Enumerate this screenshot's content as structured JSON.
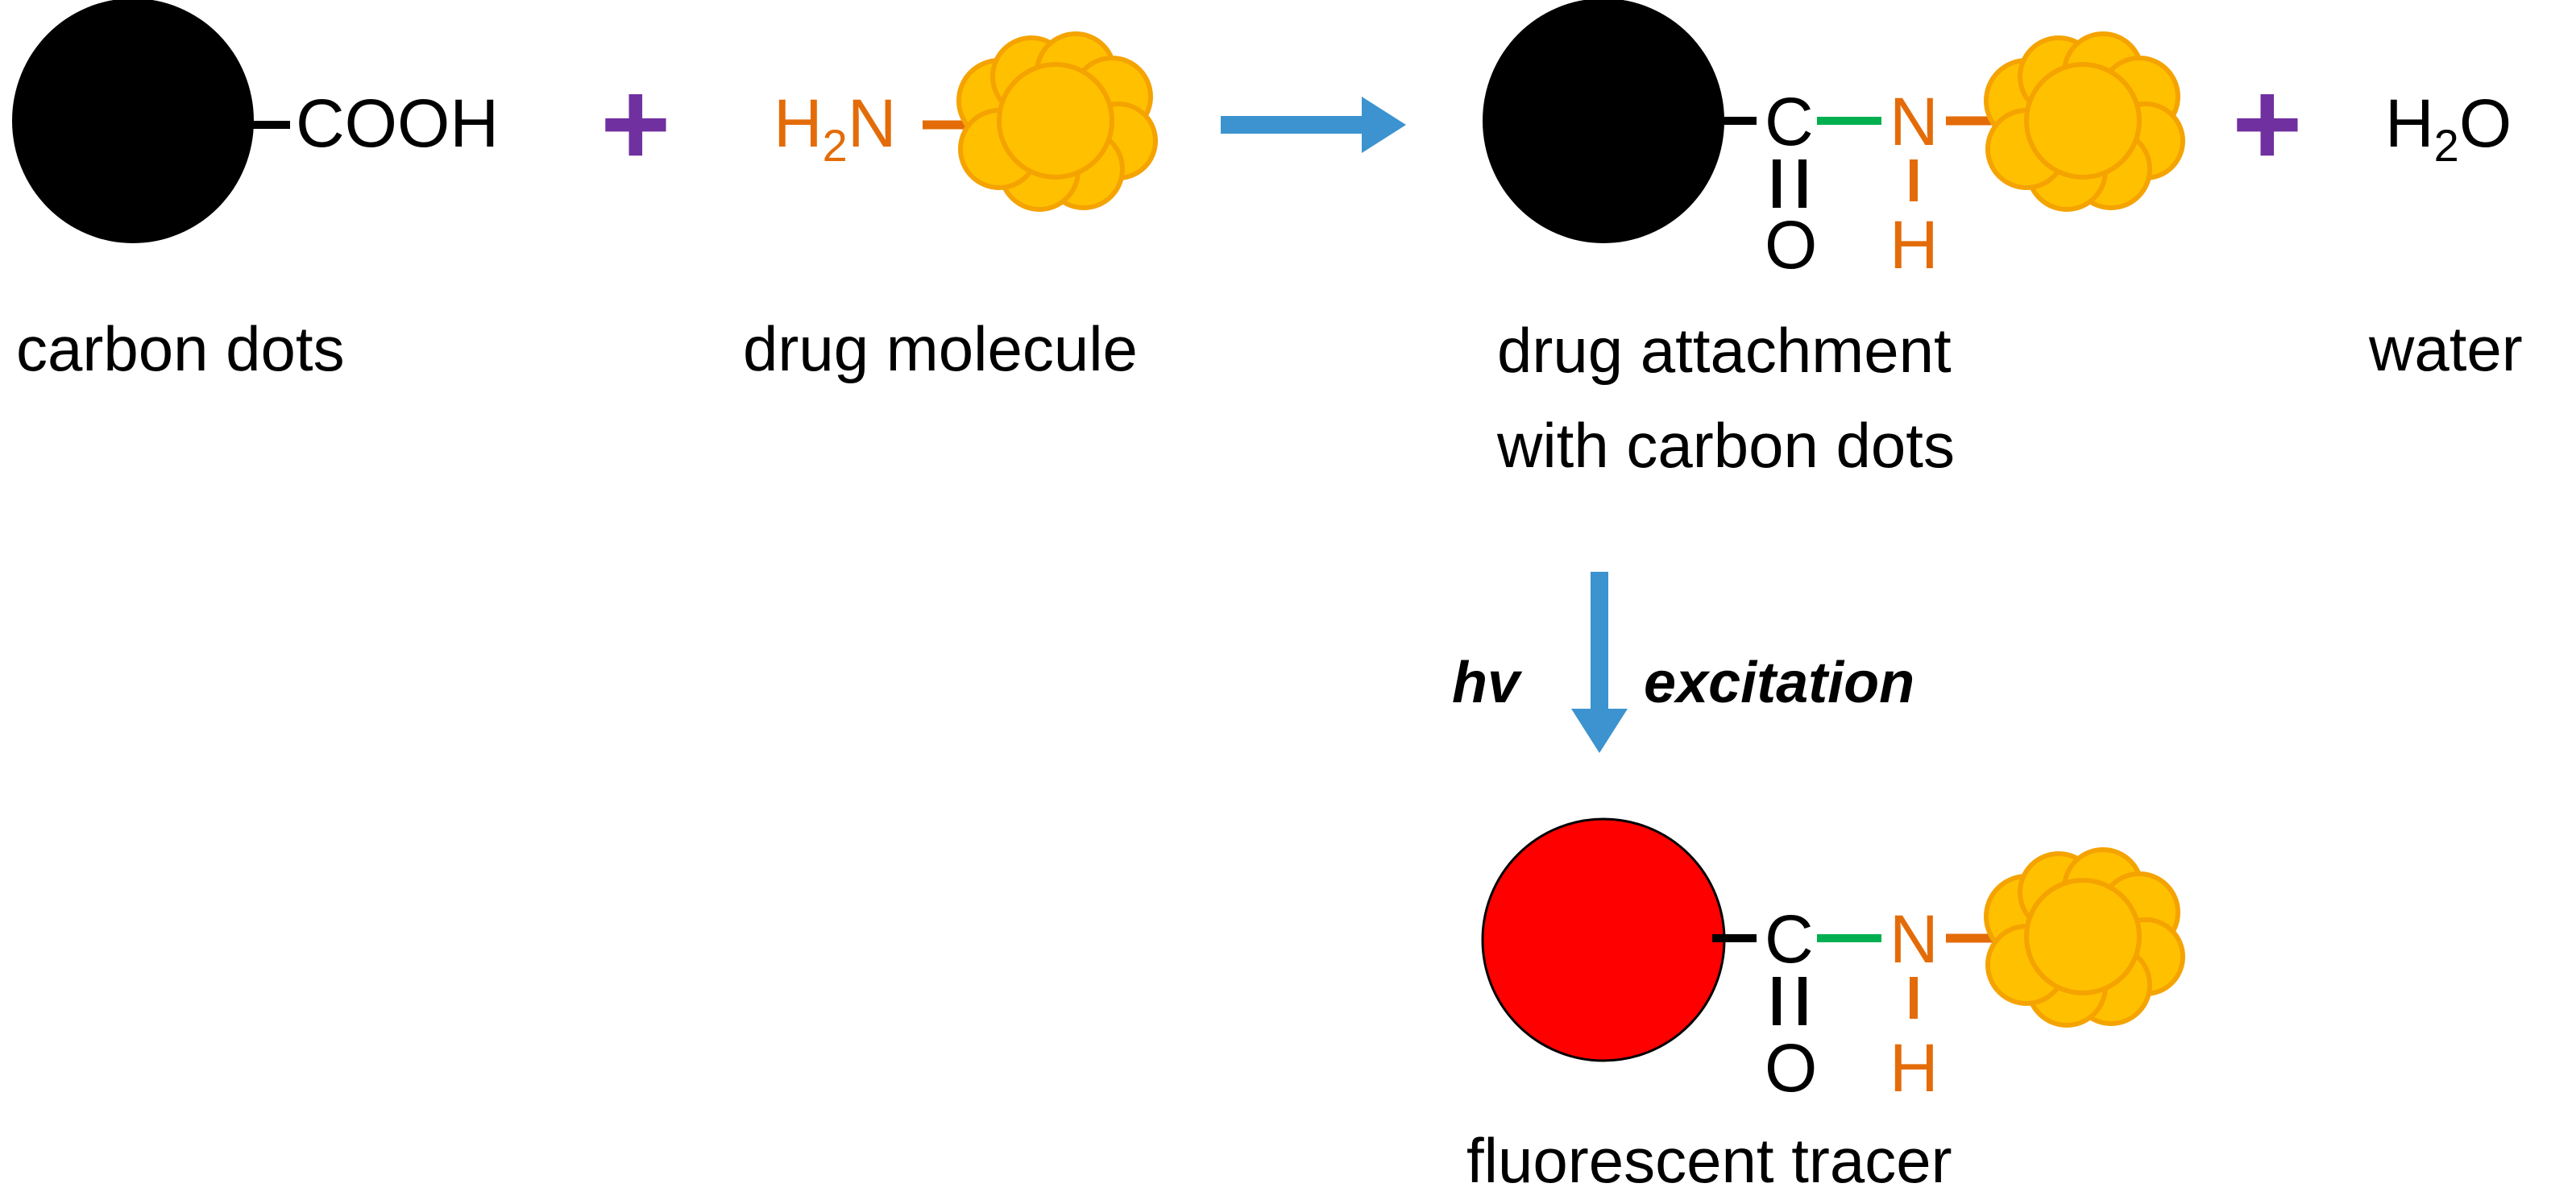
{
  "colors": {
    "carbon_dot": "#000000",
    "fluorescent_dot": "#ff0000",
    "drug_fill": "#ffc000",
    "drug_outline": "#f4a300",
    "amine": "#e36c09",
    "amide_bond": "#00b050",
    "plus": "#7030a0",
    "arrow": "#3c93cf",
    "text": "#000000"
  },
  "reactants": {
    "carbon_dots": {
      "group": "COOH",
      "label": "carbon dots"
    },
    "drug_molecule": {
      "amine_h": "H",
      "amine_sub": "2",
      "amine_n": "N",
      "label": "drug molecule"
    }
  },
  "operators": {
    "plus": "+"
  },
  "products": {
    "conjugate": {
      "carbon": "C",
      "oxygen": "O",
      "nitrogen": "N",
      "hydrogen": "H",
      "label_line1": "drug attachment",
      "label_line2": "with carbon dots"
    },
    "water": {
      "h": "H",
      "sub": "2",
      "o": "O",
      "label": "water"
    }
  },
  "step": {
    "left_label": "hv",
    "right_label": "excitation"
  },
  "tracer": {
    "carbon": "C",
    "oxygen": "O",
    "nitrogen": "N",
    "hydrogen": "H",
    "label": "fluorescent tracer"
  }
}
